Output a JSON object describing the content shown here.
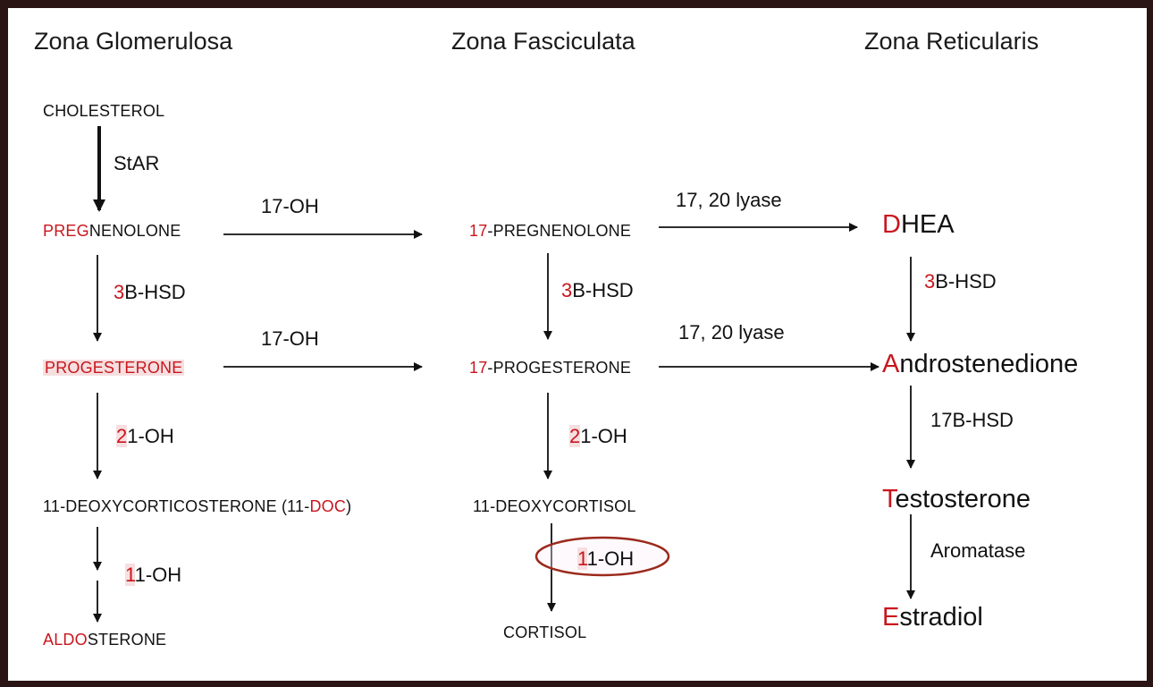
{
  "colors": {
    "accent_red": "#c8161d",
    "oval": "#9b2a1c",
    "frame": "#2a1414"
  },
  "headers": {
    "glomerulosa": "Zona Glomerulosa",
    "fasciculata": "Zona Fasciculata",
    "reticularis": "Zona Reticularis"
  },
  "glomerulosa": {
    "cholesterol": "CHOLESTEROL",
    "star": "StAR",
    "preg_a": "PREG",
    "preg_b": "NENOLONE",
    "hsd_a": "3",
    "hsd_b": "B-HSD",
    "prog": "PROGESTERONE",
    "oh21_a": "2",
    "oh21_b": "1-OH",
    "doc_a": "11-DEOXYCORTICOSTERONE (11-",
    "doc_b": "DOC",
    "doc_c": ")",
    "oh11_a": "1",
    "oh11_b": "1-OH",
    "aldo_a": "ALDO",
    "aldo_b": "STERONE"
  },
  "crosslinks": {
    "oh17_top": "17-OH",
    "oh17_bottom": "17-OH",
    "lyase_top": "17, 20 lyase",
    "lyase_bottom": "17, 20 lyase"
  },
  "fasciculata": {
    "preg17_a": "17",
    "preg17_b": "-PREGNENOLONE",
    "hsd_a": "3",
    "hsd_b": "B-HSD",
    "prog17_a": "17",
    "prog17_b": "-PROGESTERONE",
    "oh21_a": "2",
    "oh21_b": "1-OH",
    "deoxycortisol": "11-DEOXYCORTISOL",
    "oh11_a": "1",
    "oh11_b": "1-OH",
    "cortisol": "CORTISOL"
  },
  "reticularis": {
    "dhea_a": "D",
    "dhea_b": "HEA",
    "hsd_a": "3",
    "hsd_b": "B-HSD",
    "andro_a": "A",
    "andro_b": "ndrostenedione",
    "hsd17": "17B-HSD",
    "testo_a": "T",
    "testo_b": "estosterone",
    "aromatase": "Aromatase",
    "estra_a": "E",
    "estra_b": "stradiol"
  }
}
